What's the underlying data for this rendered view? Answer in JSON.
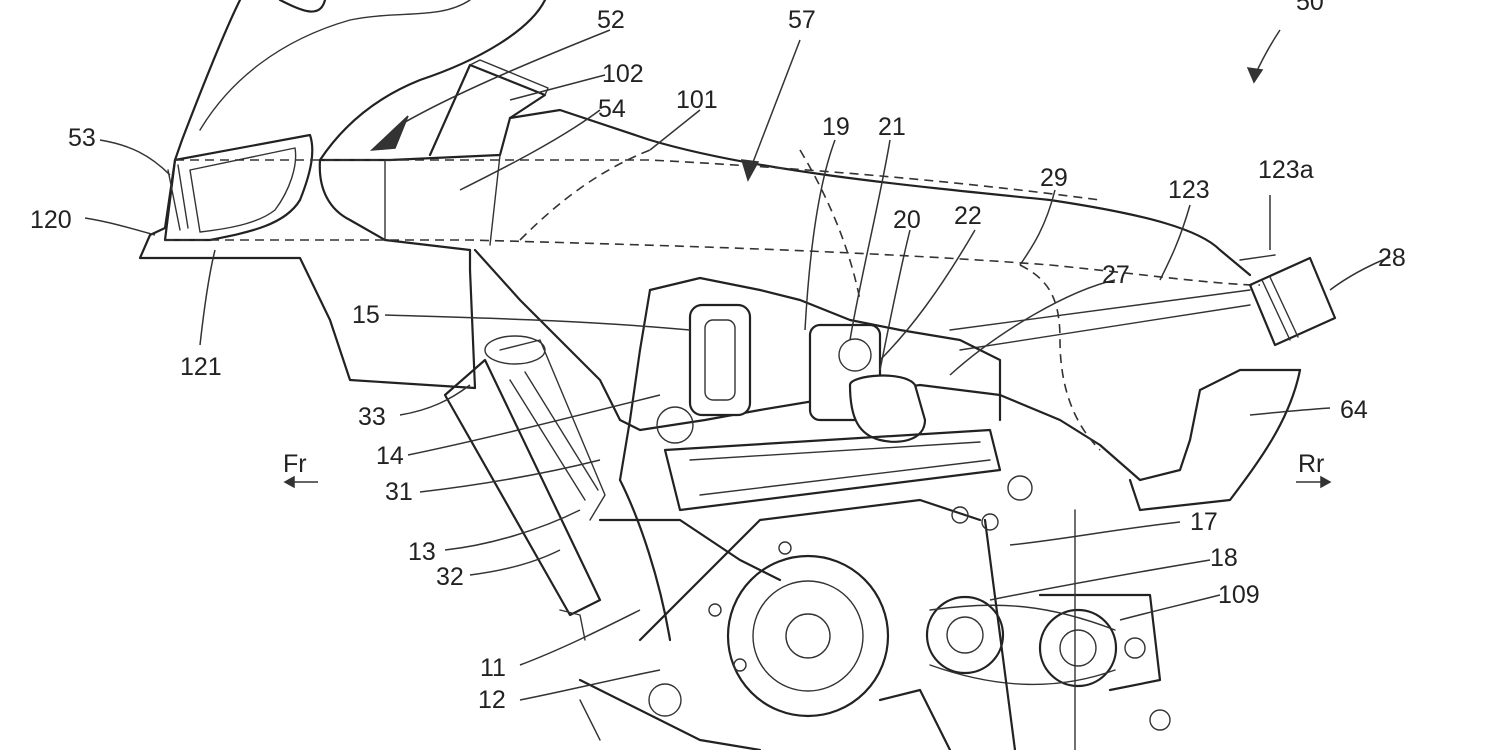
{
  "figure_number": "50",
  "direction_front": "Fr",
  "direction_rear": "Rr",
  "labels": [
    {
      "id": "52",
      "text": "52"
    },
    {
      "id": "57",
      "text": "57"
    },
    {
      "id": "102",
      "text": "102"
    },
    {
      "id": "54",
      "text": "54"
    },
    {
      "id": "101",
      "text": "101"
    },
    {
      "id": "53",
      "text": "53"
    },
    {
      "id": "19",
      "text": "19"
    },
    {
      "id": "21",
      "text": "21"
    },
    {
      "id": "29",
      "text": "29"
    },
    {
      "id": "123",
      "text": "123"
    },
    {
      "id": "123a",
      "text": "123a"
    },
    {
      "id": "120",
      "text": "120"
    },
    {
      "id": "20",
      "text": "20"
    },
    {
      "id": "22",
      "text": "22"
    },
    {
      "id": "28",
      "text": "28"
    },
    {
      "id": "27",
      "text": "27"
    },
    {
      "id": "15",
      "text": "15"
    },
    {
      "id": "121",
      "text": "121"
    },
    {
      "id": "64",
      "text": "64"
    },
    {
      "id": "33",
      "text": "33"
    },
    {
      "id": "14",
      "text": "14"
    },
    {
      "id": "31",
      "text": "31"
    },
    {
      "id": "17",
      "text": "17"
    },
    {
      "id": "18",
      "text": "18"
    },
    {
      "id": "13",
      "text": "13"
    },
    {
      "id": "32",
      "text": "32"
    },
    {
      "id": "109",
      "text": "109"
    },
    {
      "id": "11",
      "text": "11"
    },
    {
      "id": "12",
      "text": "12"
    }
  ]
}
